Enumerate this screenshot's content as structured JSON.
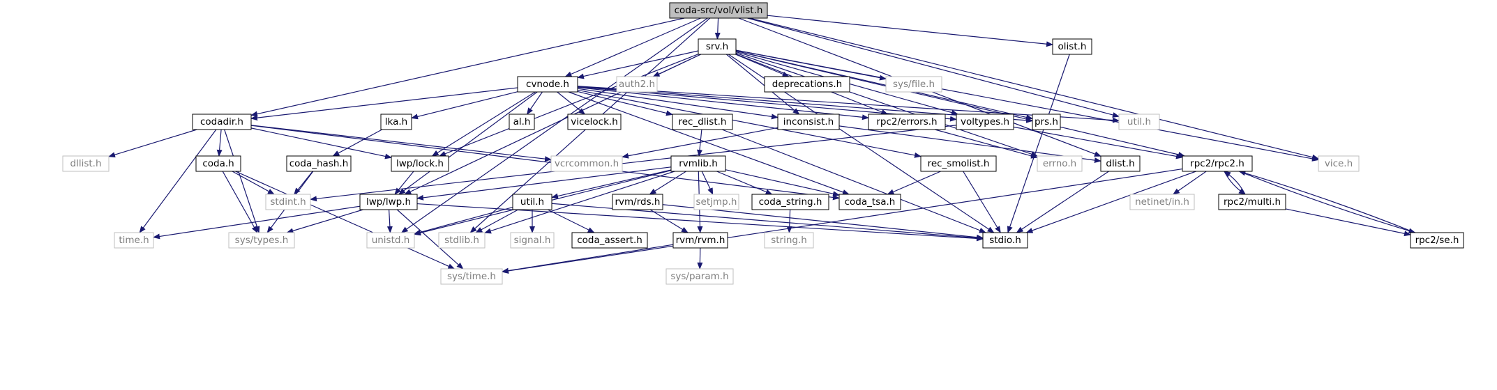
{
  "graph_title": "coda-src/vol/vlist.h",
  "colors": {
    "edge": "#191970",
    "root_fill": "#bfbfbf",
    "node_border": "#000000",
    "external_border": "#bfbfbf",
    "external_text": "#7f7f7f",
    "text": "#000000"
  },
  "nodes": [
    {
      "id": "vlist",
      "label": "coda-src/vol/vlist.h",
      "kind": "root"
    },
    {
      "id": "srv",
      "label": "srv.h",
      "kind": "local"
    },
    {
      "id": "olist",
      "label": "olist.h",
      "kind": "local"
    },
    {
      "id": "cvnode",
      "label": "cvnode.h",
      "kind": "local"
    },
    {
      "id": "auth2",
      "label": "auth2.h",
      "kind": "external"
    },
    {
      "id": "deprecations",
      "label": "deprecations.h",
      "kind": "local"
    },
    {
      "id": "sysfile",
      "label": "sys/file.h",
      "kind": "external"
    },
    {
      "id": "codadir",
      "label": "codadir.h",
      "kind": "local"
    },
    {
      "id": "lka",
      "label": "lka.h",
      "kind": "local"
    },
    {
      "id": "al",
      "label": "al.h",
      "kind": "local"
    },
    {
      "id": "vicelock",
      "label": "vicelock.h",
      "kind": "local"
    },
    {
      "id": "recdlist",
      "label": "rec_dlist.h",
      "kind": "local"
    },
    {
      "id": "inconsist",
      "label": "inconsist.h",
      "kind": "local"
    },
    {
      "id": "rpc2errors",
      "label": "rpc2/errors.h",
      "kind": "local"
    },
    {
      "id": "voltypes",
      "label": "voltypes.h",
      "kind": "local"
    },
    {
      "id": "prs",
      "label": "prs.h",
      "kind": "local"
    },
    {
      "id": "utilh_ext",
      "label": "util.h",
      "kind": "external"
    },
    {
      "id": "dllist",
      "label": "dllist.h",
      "kind": "external"
    },
    {
      "id": "coda",
      "label": "coda.h",
      "kind": "local"
    },
    {
      "id": "codahash",
      "label": "coda_hash.h",
      "kind": "local"
    },
    {
      "id": "lwplock",
      "label": "lwp/lock.h",
      "kind": "local"
    },
    {
      "id": "vcrcommon",
      "label": "vcrcommon.h",
      "kind": "external"
    },
    {
      "id": "rvmlib",
      "label": "rvmlib.h",
      "kind": "local"
    },
    {
      "id": "recsmolist",
      "label": "rec_smolist.h",
      "kind": "local"
    },
    {
      "id": "errno",
      "label": "errno.h",
      "kind": "external"
    },
    {
      "id": "dlist",
      "label": "dlist.h",
      "kind": "local"
    },
    {
      "id": "rpc2rpc2",
      "label": "rpc2/rpc2.h",
      "kind": "local"
    },
    {
      "id": "vice",
      "label": "vice.h",
      "kind": "external"
    },
    {
      "id": "stdint",
      "label": "stdint.h",
      "kind": "external"
    },
    {
      "id": "lwplwp",
      "label": "lwp/lwp.h",
      "kind": "local"
    },
    {
      "id": "utilh",
      "label": "util.h",
      "kind": "local"
    },
    {
      "id": "rvmrds",
      "label": "rvm/rds.h",
      "kind": "local"
    },
    {
      "id": "setjmp",
      "label": "setjmp.h",
      "kind": "external"
    },
    {
      "id": "codastring",
      "label": "coda_string.h",
      "kind": "local"
    },
    {
      "id": "codatsa",
      "label": "coda_tsa.h",
      "kind": "local"
    },
    {
      "id": "netinet",
      "label": "netinet/in.h",
      "kind": "external"
    },
    {
      "id": "rpc2multi",
      "label": "rpc2/multi.h",
      "kind": "local"
    },
    {
      "id": "timeh",
      "label": "time.h",
      "kind": "external"
    },
    {
      "id": "systypes",
      "label": "sys/types.h",
      "kind": "external"
    },
    {
      "id": "unistd",
      "label": "unistd.h",
      "kind": "external"
    },
    {
      "id": "stdlib",
      "label": "stdlib.h",
      "kind": "external"
    },
    {
      "id": "signal",
      "label": "signal.h",
      "kind": "external"
    },
    {
      "id": "codaassert",
      "label": "coda_assert.h",
      "kind": "local"
    },
    {
      "id": "rvmrvm",
      "label": "rvm/rvm.h",
      "kind": "local"
    },
    {
      "id": "stdio",
      "label": "stdio.h",
      "kind": "local"
    },
    {
      "id": "rpc2se",
      "label": "rpc2/se.h",
      "kind": "local"
    },
    {
      "id": "stringh",
      "label": "string.h",
      "kind": "external"
    },
    {
      "id": "systime",
      "label": "sys/time.h",
      "kind": "external"
    },
    {
      "id": "sysparam",
      "label": "sys/param.h",
      "kind": "external"
    }
  ],
  "edges": [
    [
      "vlist",
      "srv"
    ],
    [
      "vlist",
      "olist"
    ],
    [
      "vlist",
      "cvnode"
    ],
    [
      "vlist",
      "codadir"
    ],
    [
      "vlist",
      "vice"
    ],
    [
      "vlist",
      "utilh_ext"
    ],
    [
      "vlist",
      "dlist"
    ],
    [
      "vlist",
      "unistd"
    ],
    [
      "vlist",
      "stdlib"
    ],
    [
      "srv",
      "cvnode"
    ],
    [
      "srv",
      "auth2"
    ],
    [
      "srv",
      "deprecations"
    ],
    [
      "srv",
      "sysfile"
    ],
    [
      "srv",
      "lwplock"
    ],
    [
      "srv",
      "lwplwp"
    ],
    [
      "srv",
      "inconsist"
    ],
    [
      "srv",
      "rpc2errors"
    ],
    [
      "srv",
      "voltypes"
    ],
    [
      "srv",
      "prs"
    ],
    [
      "srv",
      "errno"
    ],
    [
      "srv",
      "rpc2rpc2"
    ],
    [
      "srv",
      "vice"
    ],
    [
      "srv",
      "stdio"
    ],
    [
      "olist",
      "stdio"
    ],
    [
      "cvnode",
      "codadir"
    ],
    [
      "cvnode",
      "lka"
    ],
    [
      "cvnode",
      "al"
    ],
    [
      "cvnode",
      "vicelock"
    ],
    [
      "cvnode",
      "recdlist"
    ],
    [
      "cvnode",
      "inconsist"
    ],
    [
      "cvnode",
      "rpc2errors"
    ],
    [
      "cvnode",
      "voltypes"
    ],
    [
      "cvnode",
      "prs"
    ],
    [
      "cvnode",
      "utilh_ext"
    ],
    [
      "cvnode",
      "lwplock"
    ],
    [
      "cvnode",
      "lwplwp"
    ],
    [
      "cvnode",
      "codatsa"
    ],
    [
      "cvnode",
      "recsmolist"
    ],
    [
      "codadir",
      "dllist"
    ],
    [
      "codadir",
      "coda"
    ],
    [
      "codadir",
      "lwplock"
    ],
    [
      "codadir",
      "vcrcommon"
    ],
    [
      "codadir",
      "systypes"
    ],
    [
      "codadir",
      "timeh"
    ],
    [
      "codadir",
      "codatsa"
    ],
    [
      "lka",
      "codahash"
    ],
    [
      "coda",
      "stdint"
    ],
    [
      "coda",
      "systypes"
    ],
    [
      "coda",
      "systime"
    ],
    [
      "codahash",
      "stdint"
    ],
    [
      "codahash",
      "systypes"
    ],
    [
      "lwplock",
      "lwplwp"
    ],
    [
      "recdlist",
      "rvmlib"
    ],
    [
      "recdlist",
      "stdio"
    ],
    [
      "inconsist",
      "vcrcommon"
    ],
    [
      "inconsist",
      "dlist"
    ],
    [
      "rpc2errors",
      "errno"
    ],
    [
      "voltypes",
      "stdint"
    ],
    [
      "voltypes",
      "rpc2rpc2"
    ],
    [
      "rvmlib",
      "lwplwp"
    ],
    [
      "rvmlib",
      "utilh"
    ],
    [
      "rvmlib",
      "rvmrds"
    ],
    [
      "rvmlib",
      "setjmp"
    ],
    [
      "rvmlib",
      "codastring"
    ],
    [
      "rvmlib",
      "codatsa"
    ],
    [
      "rvmlib",
      "rvmrvm"
    ],
    [
      "rvmlib",
      "unistd"
    ],
    [
      "rvmlib",
      "stdlib"
    ],
    [
      "recsmolist",
      "codatsa"
    ],
    [
      "recsmolist",
      "stdio"
    ],
    [
      "dlist",
      "stdio"
    ],
    [
      "rpc2rpc2",
      "netinet"
    ],
    [
      "rpc2rpc2",
      "rpc2multi"
    ],
    [
      "rpc2rpc2",
      "rpc2se"
    ],
    [
      "rpc2rpc2",
      "stdio"
    ],
    [
      "rpc2rpc2",
      "systime"
    ],
    [
      "rpc2multi",
      "rpc2rpc2"
    ],
    [
      "rpc2multi",
      "rpc2se"
    ],
    [
      "rpc2se",
      "rpc2rpc2"
    ],
    [
      "lwplwp",
      "timeh"
    ],
    [
      "lwplwp",
      "systypes"
    ],
    [
      "lwplwp",
      "unistd"
    ],
    [
      "lwplwp",
      "stdio"
    ],
    [
      "lwplwp",
      "systime"
    ],
    [
      "utilh",
      "unistd"
    ],
    [
      "utilh",
      "stdlib"
    ],
    [
      "utilh",
      "signal"
    ],
    [
      "utilh",
      "codaassert"
    ],
    [
      "utilh",
      "stdio"
    ],
    [
      "rvmrds",
      "rvmrvm"
    ],
    [
      "rvmrds",
      "stdio"
    ],
    [
      "codastring",
      "stringh"
    ],
    [
      "rvmrvm",
      "systime"
    ],
    [
      "rvmrvm",
      "sysparam"
    ]
  ]
}
